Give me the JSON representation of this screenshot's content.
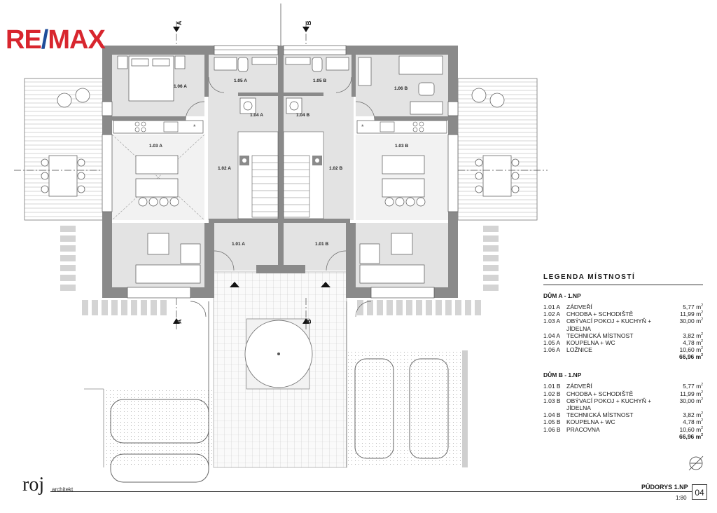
{
  "brand": {
    "re": "RE",
    "slash": "/",
    "max": "MAX"
  },
  "rooms": {
    "r106a": "1.06 A",
    "r105a": "1.05 A",
    "r104a": "1.04 A",
    "r103a": "1.03 A",
    "r102a": "1.02 A",
    "r101a": "1.01 A",
    "r106b": "1.06 B",
    "r105b": "1.05 B",
    "r104b": "1.04 B",
    "r103b": "1.03 B",
    "r102b": "1.02 B",
    "r101b": "1.01 B"
  },
  "sections": {
    "a": "A",
    "b": "B"
  },
  "legend": {
    "title": "LEGENDA MÍSTNOSTÍ",
    "area_unit": "m",
    "groups": [
      {
        "title": "DŮM A - 1.NP",
        "rows": [
          {
            "code": "1.01 A",
            "name": "ZÁDVEŘÍ",
            "area": "5,77"
          },
          {
            "code": "1.02 A",
            "name": "CHODBA + SCHODIŠTĚ",
            "area": "11,99"
          },
          {
            "code": "1.03 A",
            "name": "OBÝVACÍ POKOJ + KUCHYŇ + JÍDELNA",
            "area": "30,00"
          },
          {
            "code": "1.04 A",
            "name": "TECHNICKÁ MÍSTNOST",
            "area": "3,82"
          },
          {
            "code": "1.05 A",
            "name": "KOUPELNA + WC",
            "area": "4,78"
          },
          {
            "code": "1.06 A",
            "name": "LOŽNICE",
            "area": "10,60"
          }
        ],
        "total": "66,96"
      },
      {
        "title": "DŮM B - 1.NP",
        "rows": [
          {
            "code": "1.01 B",
            "name": "ZÁDVEŘÍ",
            "area": "5,77"
          },
          {
            "code": "1.02 B",
            "name": "CHODBA + SCHODIŠTĚ",
            "area": "11,99"
          },
          {
            "code": "1.03 B",
            "name": "OBÝVACÍ POKOJ + KUCHYŇ + JÍDELNA",
            "area": "30,00"
          },
          {
            "code": "1.04 B",
            "name": "TECHNICKÁ MÍSTNOST",
            "area": "3,82"
          },
          {
            "code": "1.05 B",
            "name": "KOUPELNA + WC",
            "area": "4,78"
          },
          {
            "code": "1.06 B",
            "name": "PRACOVNA",
            "area": "10,60"
          }
        ],
        "total": "66,96"
      }
    ]
  },
  "footer": {
    "logo": "roj",
    "logo_sub": "architekt",
    "sheet_title": "PŮDORYS 1.NP",
    "scale": "1:80",
    "sheet_number": "04"
  },
  "colors": {
    "brand_red": "#d8262e",
    "brand_blue": "#1f4d9a",
    "wall": "#8a8a8a",
    "room_fill": "#e3e3e3"
  }
}
